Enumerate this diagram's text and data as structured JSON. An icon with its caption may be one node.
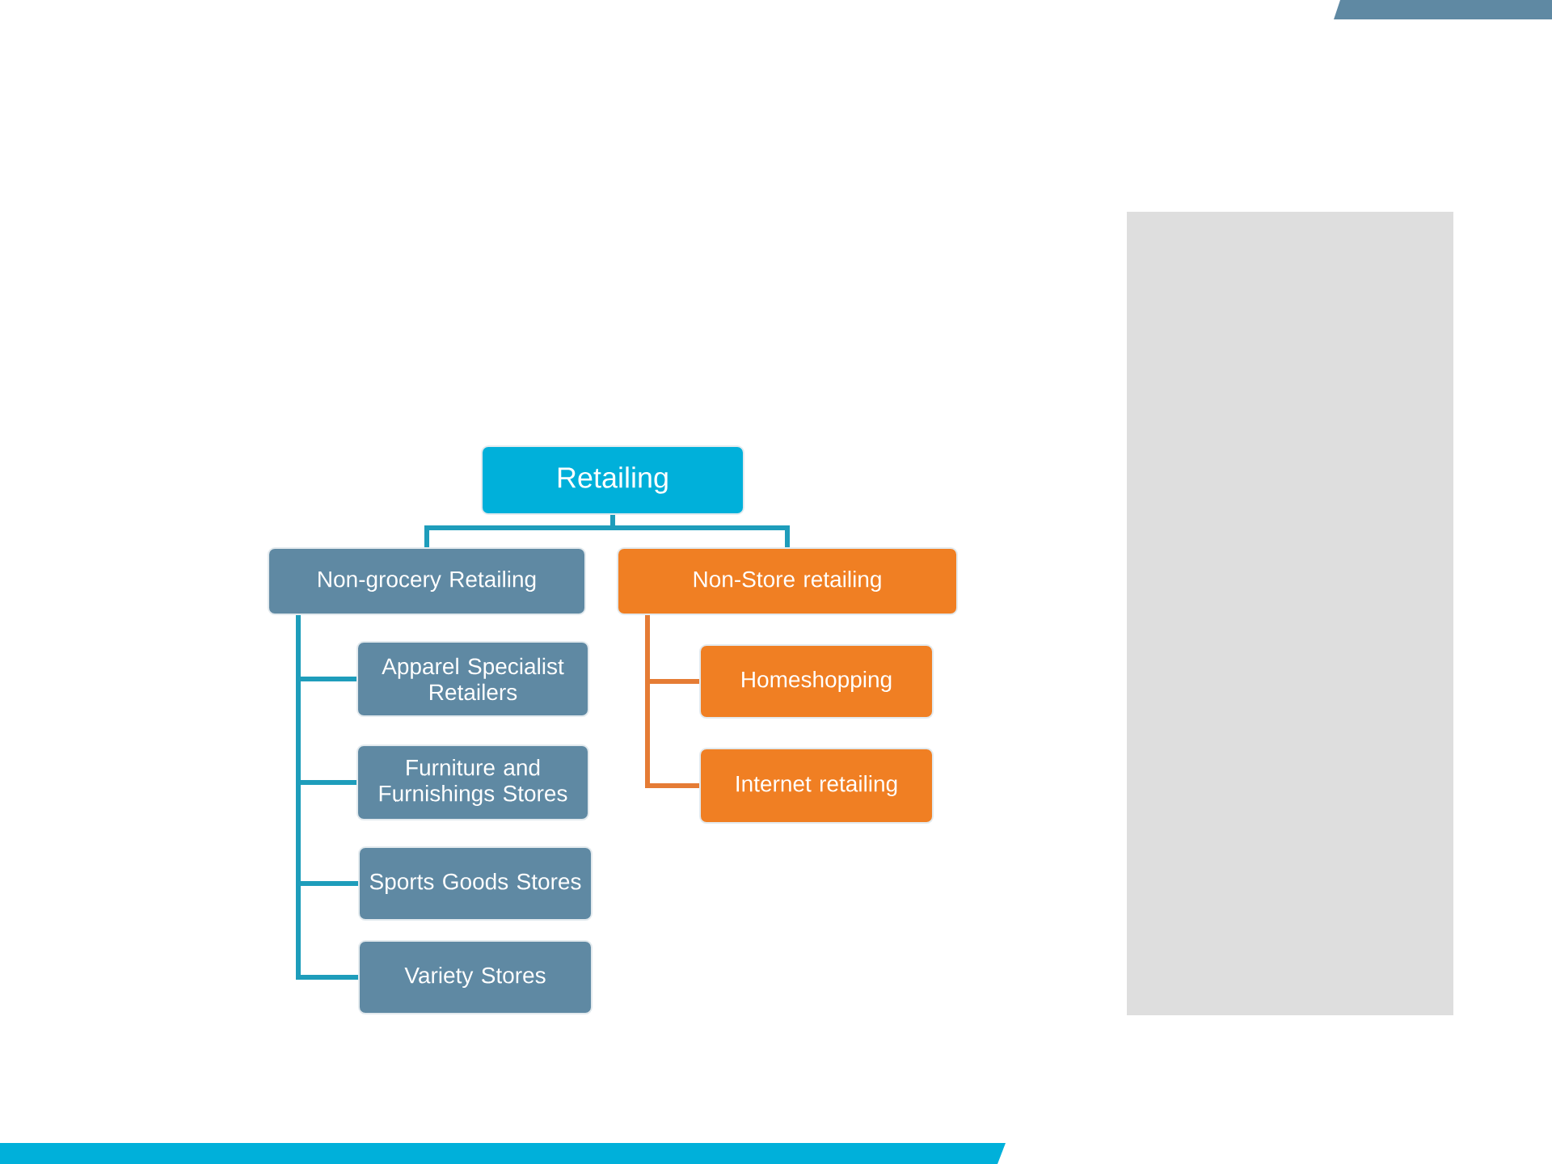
{
  "diagram": {
    "nodes": [
      {
        "text": [
          "Retailing"
        ]
      },
      {
        "text": [
          "Non-grocery Retailing"
        ]
      },
      {
        "text": [
          "Non-Store retailing"
        ]
      },
      {
        "text": [
          "Apparel Specialist Retailers"
        ]
      },
      {
        "text": [
          "Furniture and Furnishings Stores"
        ]
      },
      {
        "text": [
          "Sports Goods Stores"
        ]
      },
      {
        "text": [
          "Variety Stores"
        ]
      },
      {
        "text": [
          "Homeshopping"
        ]
      },
      {
        "text": [
          "Internet retailing"
        ]
      }
    ],
    "edges": [
      {
        "from": 0,
        "to": 1,
        "arrow": "none"
      },
      {
        "from": 0,
        "to": 2,
        "arrow": "none"
      },
      {
        "from": 1,
        "to": 3,
        "arrow": "none"
      },
      {
        "from": 1,
        "to": 4,
        "arrow": "none"
      },
      {
        "from": 1,
        "to": 5,
        "arrow": "none"
      },
      {
        "from": 1,
        "to": 6,
        "arrow": "none"
      },
      {
        "from": 2,
        "to": 7,
        "arrow": "none",
        "color": "#e57c35"
      },
      {
        "from": 2,
        "to": 8,
        "arrow": "none",
        "color": "#e57c35"
      }
    ]
  }
}
